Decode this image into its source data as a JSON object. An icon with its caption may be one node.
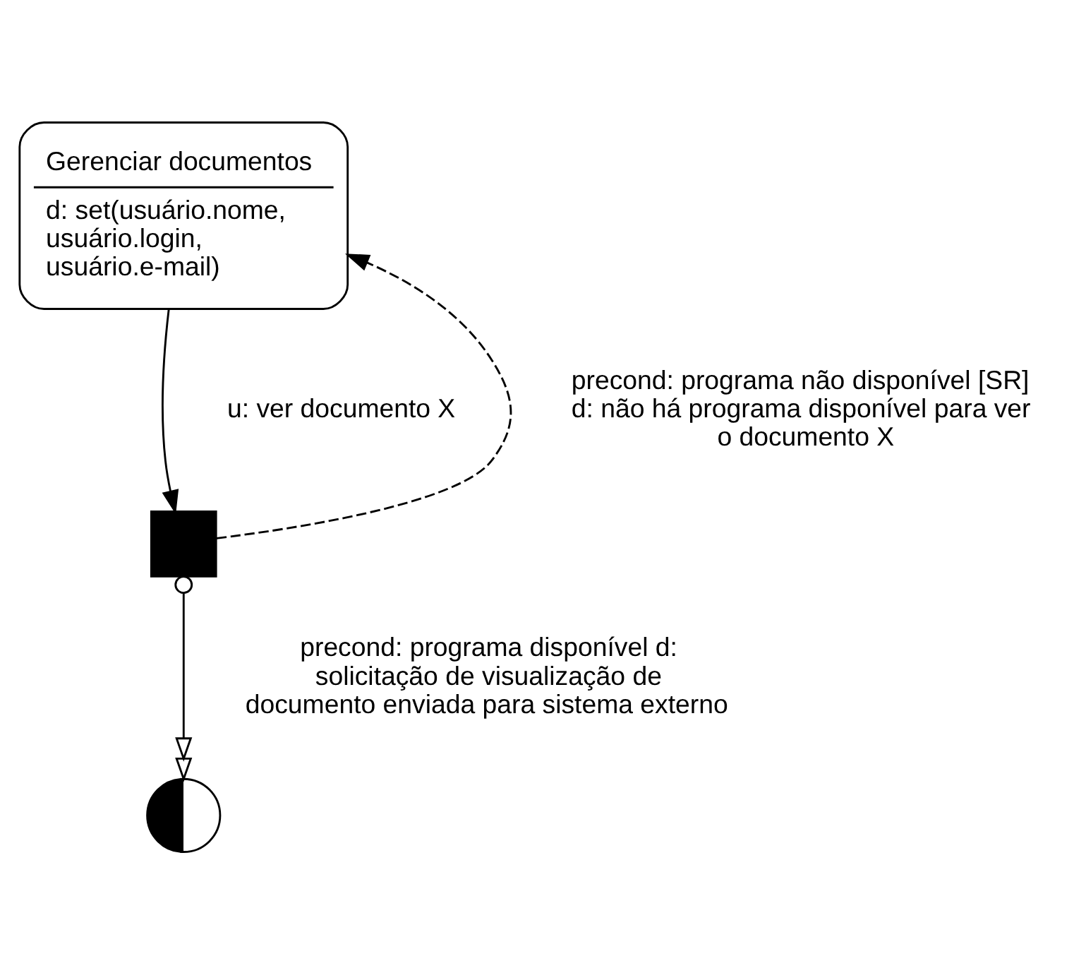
{
  "diagram": {
    "nodes": [
      {
        "text": [
          "Gerenciar documentos",
          "d: set(usuário.nome, usuário.login, usuário.e-mail)"
        ]
      },
      {
        "text": [],
        "shape": "box"
      },
      {
        "text": [],
        "shape": "circle"
      }
    ],
    "edges": [
      {
        "from": 0,
        "to": 1,
        "arrow": "to",
        "label": "u: ver documento X"
      },
      {
        "from": 1,
        "to": 0,
        "arrow": "to",
        "style": "dashed",
        "label": "precond: programa não disponível [SR] d: não há programa disponível para ver o documento X"
      },
      {
        "from": 1,
        "to": 2,
        "arrow": "to",
        "label": "precond: programa disponível d: solicitação de visualização de documento enviada para sistema externo"
      }
    ]
  }
}
